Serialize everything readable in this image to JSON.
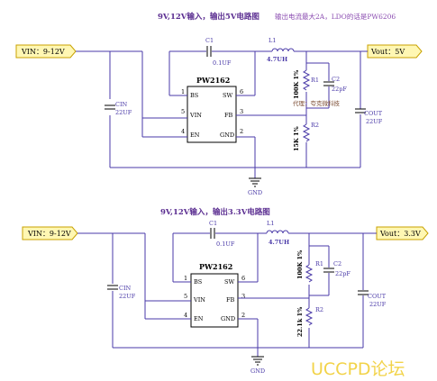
{
  "circuit1": {
    "title": "9V,12V输入，输出5V电路图",
    "subtitle": "输出电流最大2A，LDO的话是PW6206",
    "vin": "VIN：9-12V",
    "vout": "Vout：5V",
    "ic": "PW2162",
    "pins": {
      "bs": "BS",
      "sw": "SW",
      "vin": "VIN",
      "fb": "FB",
      "en": "EN",
      "gnd": "GND",
      "p1": "1",
      "p6": "6",
      "p5": "5",
      "p3": "3",
      "p4": "4",
      "p2": "2"
    },
    "c1": "C1",
    "c1v": "0.1UF",
    "l1": "L1",
    "l1v": "4.7UH",
    "cin": "CIN",
    "cinv": "22UF",
    "r1": "R1",
    "r1v": "100K 1%",
    "c2": "C2",
    "c2v": "22pF",
    "r2": "R2",
    "r2v": "15K 1%",
    "cout": "COUT",
    "coutv": "22UF",
    "gnd": "GND",
    "note": "代理：夸克微科技"
  },
  "circuit2": {
    "title": "9V,12V输入，输出3.3V电路图",
    "vin": "VIN：9-12V",
    "vout": "Vout：3.3V",
    "ic": "PW2162",
    "pins": {
      "bs": "BS",
      "sw": "SW",
      "vin": "VIN",
      "fb": "FB",
      "en": "EN",
      "gnd": "GND",
      "p1": "1",
      "p6": "6",
      "p5": "5",
      "p3": "3",
      "p4": "4",
      "p2": "2"
    },
    "c1": "C1",
    "c1v": "0.1UF",
    "l1": "L1",
    "l1v": "4.7UH",
    "cin": "CIN",
    "cinv": "22UF",
    "r1": "R1",
    "r1v": "100K 1%",
    "c2": "C2",
    "c2v": "22pF",
    "r2": "R2",
    "r2v": "22.1k 1%",
    "cout": "COUT",
    "coutv": "22UF",
    "gnd": "GND"
  },
  "watermark": "UCCPD论坛",
  "colors": {
    "wire": "#4a3aa8",
    "port_fill": "#fff7b3",
    "port_stroke": "#c8a200",
    "watermark": "#f2d34a"
  }
}
